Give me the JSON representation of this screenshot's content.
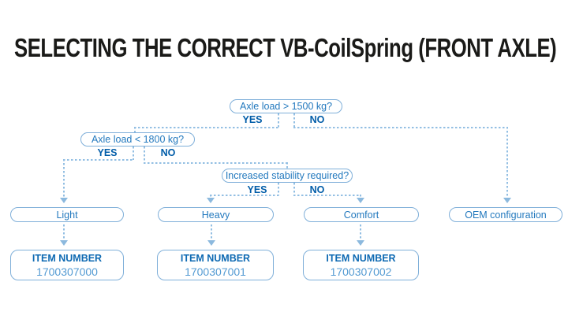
{
  "title": "SELECTING THE CORRECT VB-CoilSpring (FRONT AXLE)",
  "colors": {
    "background": "#ffffff",
    "title_text": "#1a1a18",
    "border": "#7fafd9",
    "line": "#93bfe3",
    "arrow": "#8cb9de",
    "question_text": "#2379be",
    "yes_no": "#005ca8",
    "item_label": "#0e6ab3",
    "item_value": "#549bd3"
  },
  "flowchart": {
    "decisions": [
      {
        "question": "Axle load > 1500 kg?",
        "yes_label": "YES",
        "no_label": "NO"
      },
      {
        "question": "Axle load < 1800 kg?",
        "yes_label": "YES",
        "no_label": "NO"
      },
      {
        "question": "Increased stability required?",
        "yes_label": "YES",
        "no_label": "NO"
      }
    ],
    "results": [
      {
        "label": "Light"
      },
      {
        "label": "Heavy"
      },
      {
        "label": "Comfort"
      },
      {
        "label": "OEM configuration"
      }
    ],
    "items": [
      {
        "label": "ITEM NUMBER",
        "number": "1700307000"
      },
      {
        "label": "ITEM NUMBER",
        "number": "1700307001"
      },
      {
        "label": "ITEM NUMBER",
        "number": "1700307002"
      }
    ]
  }
}
